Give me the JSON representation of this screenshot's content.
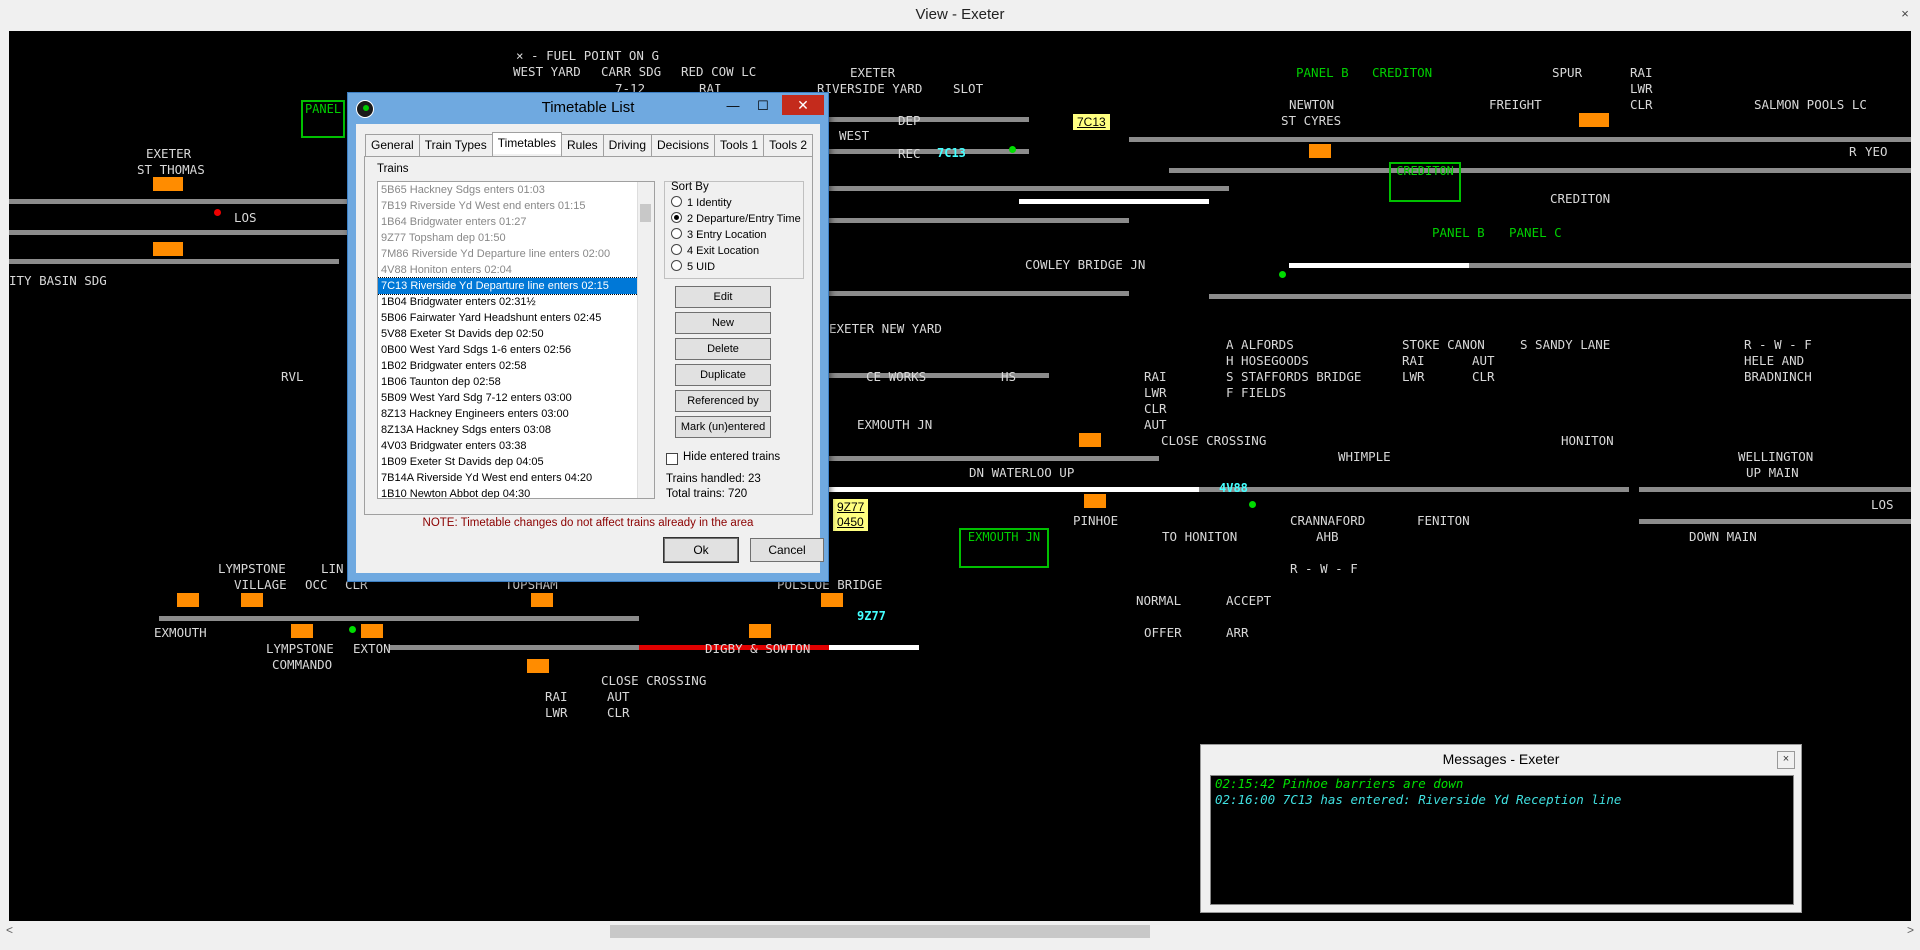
{
  "window": {
    "title": "View - Exeter",
    "close_glyph": "×"
  },
  "diagram": {
    "labels": [
      "× - FUEL POINT ON G",
      "WEST YARD",
      "CARR SDG",
      "7-12",
      "RED COW LC",
      "RAI",
      "EXETER",
      "RIVERSIDE YARD",
      "SLOT",
      "DEP",
      "REC",
      "WEST",
      "PANEL B",
      "CREDITON",
      "SPUR",
      "RAI",
      "LWR",
      "CLR",
      "FREIGHT",
      "NEWTON",
      "ST CYRES",
      "SALMON POOLS LC",
      "R",
      "YEO",
      "EXETER",
      "ST THOMAS",
      "LOS",
      "ITY BASIN SDG",
      "PANEL",
      "CREDITON",
      "CREDITON",
      "PANEL B",
      "PANEL C",
      "COWLEY BRIDGE JN",
      "EXETER NEW YARD",
      "A ALFORDS",
      "H HOSEGOODS",
      "S STAFFORDS BRIDGE",
      "F FIELDS",
      "STOKE CANON",
      "S SANDY LANE",
      "RAI",
      "AUT",
      "LWR",
      "CLR",
      "R - W - F",
      "HELE AND",
      "BRADNINCH",
      "CE WORKS",
      "HS",
      "RAI",
      "LWR",
      "CLR",
      "AUT",
      "CLOSE CROSSING",
      "EXMOUTH JN",
      "DN WATERLOO UP",
      "WHIMPLE",
      "HONITON",
      "WELLINGTON",
      "UP MAIN",
      "LOS",
      "DOWN MAIN",
      "PINHOE",
      "TO HONITON",
      "CRANNAFORD",
      "AHB",
      "R - W - F",
      "FENITON",
      "EXMOUTH JN",
      "NORMAL",
      "ACCEPT",
      "OFFER",
      "ARR",
      "LYMPSTONE",
      "VILLAGE",
      "LIN",
      "OCC",
      "CLR",
      "EXMOUTH",
      "LYMPSTONE",
      "COMMANDO",
      "EXTON",
      "TOPSHAM",
      "POLSLOE BRIDGE",
      "DIGBY & SOWTON",
      "CLOSE CROSSING",
      "RAI",
      "AUT",
      "LWR",
      "CLR",
      "RVL"
    ],
    "train_ids": [
      "7C13",
      "4V88",
      "9Z77"
    ],
    "tags": [
      {
        "text": "7C13"
      },
      {
        "text": "9Z77",
        "sub": "0450"
      }
    ]
  },
  "timetable_dialog": {
    "title": "Timetable List",
    "tabs": [
      "General",
      "Train Types",
      "Timetables",
      "Rules",
      "Driving",
      "Decisions",
      "Tools 1",
      "Tools 2"
    ],
    "selected_tab": "Timetables",
    "trains_label": "Trains",
    "trains": [
      {
        "text": "5B65 Hackney Sdgs enters 01:03",
        "state": "dim"
      },
      {
        "text": "7B19 Riverside Yd West end enters 01:15",
        "state": "dim"
      },
      {
        "text": "1B64 Bridgwater enters 01:27",
        "state": "dim"
      },
      {
        "text": "9Z77 Topsham dep 01:50",
        "state": "dim"
      },
      {
        "text": "7M86 Riverside Yd Departure line enters 02:00",
        "state": "dim"
      },
      {
        "text": "4V88 Honiton enters 02:04",
        "state": "dim"
      },
      {
        "text": "7C13 Riverside Yd Departure line enters 02:15",
        "state": "sel"
      },
      {
        "text": "1B04 Bridgwater enters 02:31½",
        "state": ""
      },
      {
        "text": "5B06 Fairwater Yard Headshunt enters 02:45",
        "state": ""
      },
      {
        "text": "5V88 Exeter St Davids dep 02:50",
        "state": ""
      },
      {
        "text": "0B00 West Yard Sdgs 1-6 enters 02:56",
        "state": ""
      },
      {
        "text": "1B02 Bridgwater enters 02:58",
        "state": ""
      },
      {
        "text": "1B06 Taunton dep 02:58",
        "state": ""
      },
      {
        "text": "5B09 West Yard Sdg 7-12 enters 03:00",
        "state": ""
      },
      {
        "text": "8Z13 Hackney Engineers enters 03:00",
        "state": ""
      },
      {
        "text": "8Z13A Hackney Sdgs enters 03:08",
        "state": ""
      },
      {
        "text": "4V03 Bridgwater enters 03:38",
        "state": ""
      },
      {
        "text": "1B09 Exeter St Davids dep 04:05",
        "state": ""
      },
      {
        "text": "7B14A Riverside Yd West end enters 04:20",
        "state": ""
      },
      {
        "text": "1B10 Newton Abbot dep 04:30",
        "state": ""
      }
    ],
    "sort_by": {
      "label": "Sort By",
      "options": [
        "1 Identity",
        "2 Departure/Entry Time",
        "3 Entry Location",
        "4 Exit Location",
        "5 UID"
      ],
      "selected": 1
    },
    "buttons": [
      "Edit",
      "New",
      "Delete",
      "Duplicate",
      "Referenced by",
      "Mark (un)entered"
    ],
    "hide_entered_label": "Hide entered trains",
    "trains_handled": "Trains handled: 23",
    "total_trains": "Total trains: 720",
    "note": "NOTE: Timetable changes do not affect trains already in the area",
    "ok_label": "Ok",
    "cancel_label": "Cancel",
    "minimize_glyph": "—",
    "maximize_glyph": "☐",
    "close_glyph": "✕"
  },
  "messages_window": {
    "title": "Messages - Exeter",
    "close_glyph": "×",
    "messages": [
      {
        "text": "02:15:42 Pinhoe barriers are down",
        "color": "#00e000"
      },
      {
        "text": "02:16:00 7C13 has entered: Riverside Yd Reception line",
        "color": "#40e0e0"
      }
    ]
  },
  "scrollbar": {
    "left_arrow": "<",
    "right_arrow": ">"
  }
}
